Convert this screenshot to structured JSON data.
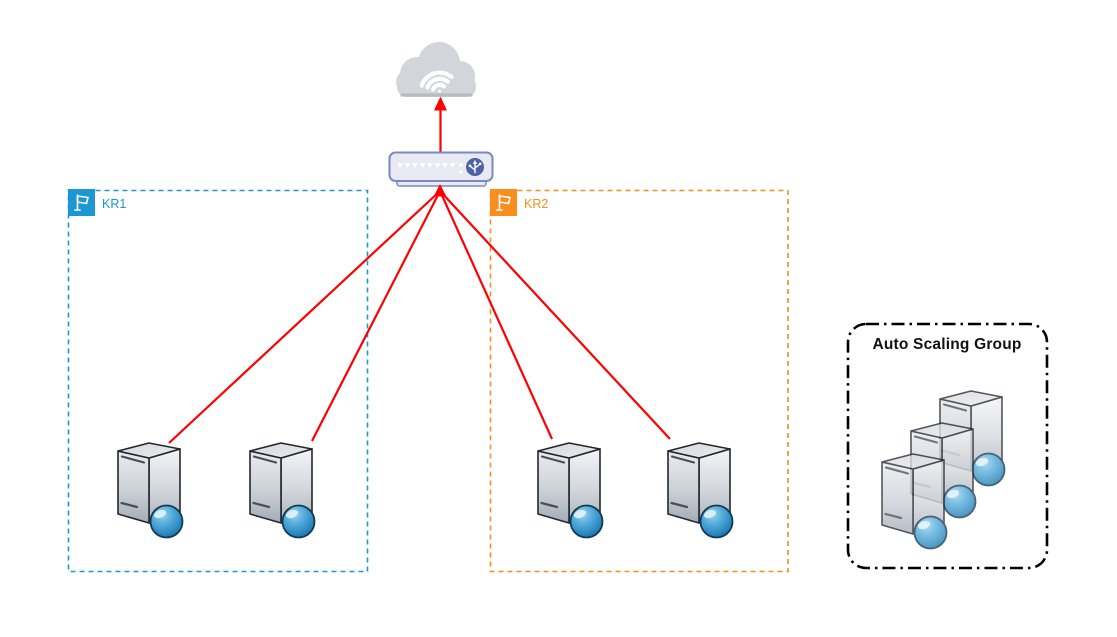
{
  "diagram": {
    "background": "#ffffff",
    "cloud": {
      "icon": "cloud-wifi-icon",
      "fill": "#d2d5d9",
      "wifi_color": "#ffffff"
    },
    "router": {
      "icon": "network-switch-icon",
      "fill": "#e8e9f2",
      "border": "#7b88c2",
      "badge": "usb-branch-icon",
      "badge_color": "#4d63a8",
      "port_count": 8
    },
    "connectors": {
      "color": "#ff0000",
      "router_to_cloud": 1,
      "servers_to_router": 4
    },
    "regions": [
      {
        "label": "KR1",
        "color": "#1b97d4",
        "icon": "flag-icon",
        "server_count": 2
      },
      {
        "label": "KR2",
        "color": "#f78e1e",
        "icon": "flag-icon",
        "server_count": 2
      }
    ],
    "auto_scaling_group": {
      "title": "Auto Scaling Group",
      "border_color": "#000000",
      "icon": "server-stack-icon",
      "server_count": 3
    },
    "server_icon": {
      "name": "server-with-globe-icon",
      "tower_color": "#ccd1d7",
      "globe_color": "#2e8fc6"
    }
  }
}
